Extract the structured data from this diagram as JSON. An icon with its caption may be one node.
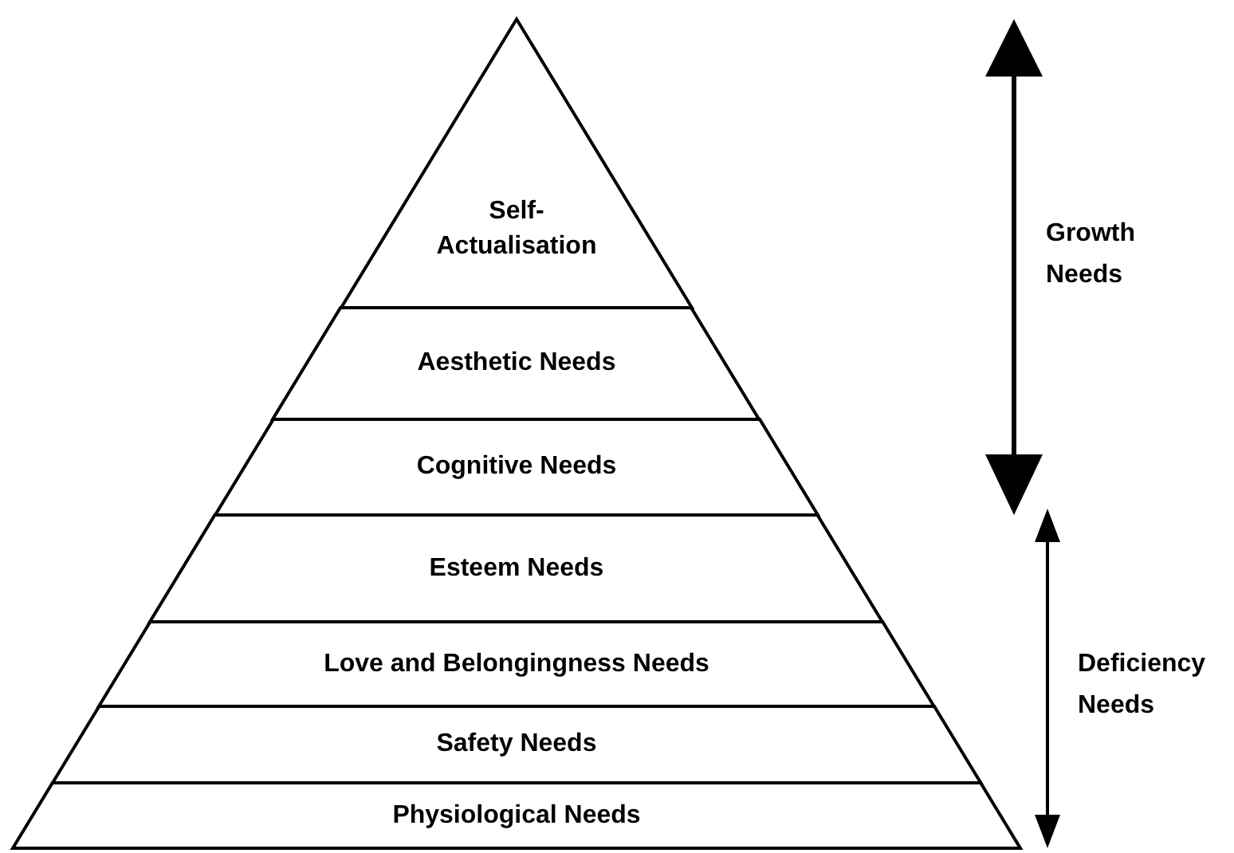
{
  "diagram": {
    "nodes": [
      {
        "text": [
          "Self-Actualisation"
        ]
      },
      {
        "text": [
          "Aesthetic Needs"
        ]
      },
      {
        "text": [
          "Cognitive Needs"
        ]
      },
      {
        "text": [
          "Esteem Needs"
        ]
      },
      {
        "text": [
          "Love and Belongingness Needs"
        ]
      },
      {
        "text": [
          "Safety Needs"
        ]
      },
      {
        "text": [
          "Physiological Needs"
        ]
      }
    ],
    "labels": [
      "Growth Needs",
      "Deficiency Needs"
    ]
  }
}
